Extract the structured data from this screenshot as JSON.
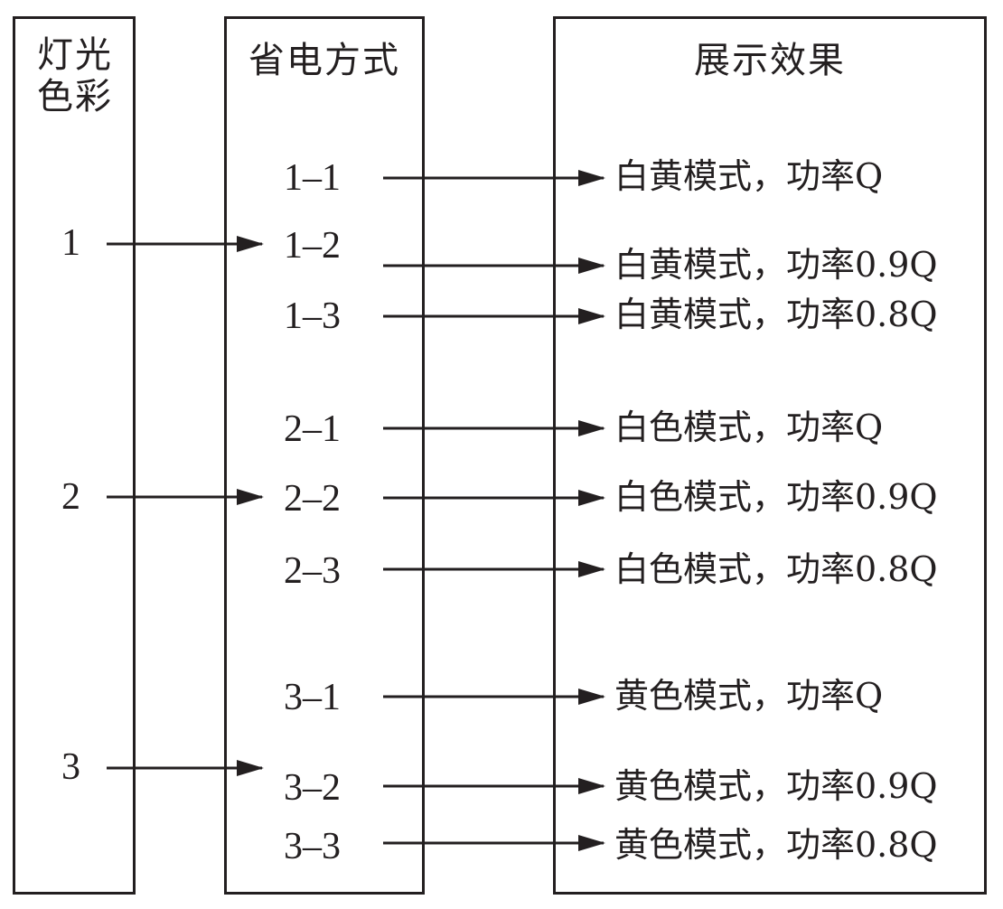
{
  "headers": {
    "color": "灯光色彩",
    "mode": "省电方式",
    "effect": "展示效果"
  },
  "colors": [
    "1",
    "2",
    "3"
  ],
  "modes": [
    "1–1",
    "1–2",
    "1–3",
    "2–1",
    "2–2",
    "2–3",
    "3–1",
    "3–2",
    "3–3"
  ],
  "effects": [
    "白黄模式，功率Q",
    "白黄模式，功率0.9Q",
    "白黄模式，功率0.8Q",
    "白色模式，功率Q",
    "白色模式，功率0.9Q",
    "白色模式，功率0.8Q",
    "黄色模式，功率Q",
    "黄色模式，功率0.9Q",
    "黄色模式，功率0.8Q"
  ],
  "line_color": "#231f20"
}
